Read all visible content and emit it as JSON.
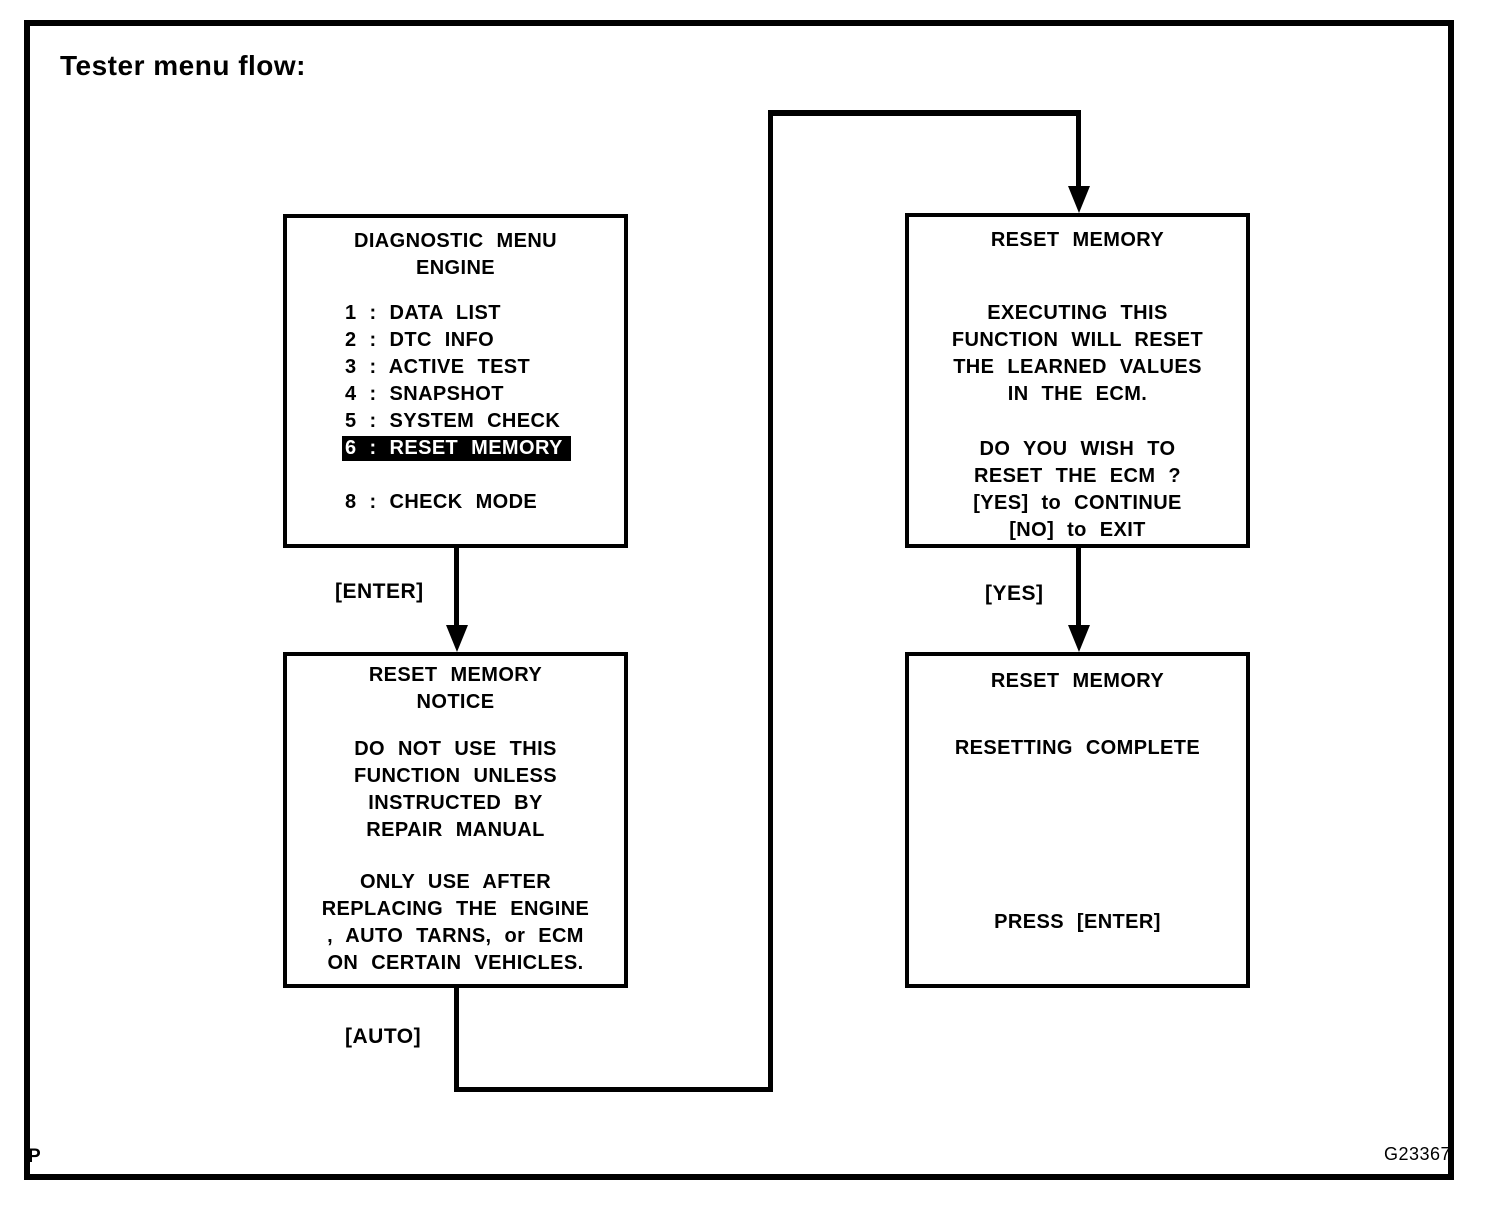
{
  "title": "Tester menu flow:",
  "figure_id": "G23367",
  "page_marker": "P",
  "colors": {
    "ink": "#000000",
    "paper": "#ffffff"
  },
  "flow_labels": {
    "enter": "[ENTER]",
    "yes": "[YES]",
    "auto": "[AUTO]"
  },
  "screens": {
    "diagnostic_menu": {
      "title_line1": "DIAGNOSTIC MENU",
      "title_line2": "ENGINE",
      "items": [
        {
          "text": "1 : DATA LIST",
          "highlighted": false
        },
        {
          "text": "2 : DTC INFO",
          "highlighted": false
        },
        {
          "text": "3 : ACTIVE TEST",
          "highlighted": false
        },
        {
          "text": "4 : SNAPSHOT",
          "highlighted": false
        },
        {
          "text": "5 : SYSTEM CHECK",
          "highlighted": false
        },
        {
          "text": "6 : RESET MEMORY",
          "highlighted": true
        },
        {
          "text": "8 : CHECK MODE",
          "highlighted": false
        }
      ]
    },
    "reset_notice": {
      "title_line1": "RESET MEMORY",
      "title_line2": "NOTICE",
      "para1": {
        "0": "DO NOT USE THIS",
        "1": "FUNCTION UNLESS",
        "2": "INSTRUCTED BY",
        "3": "REPAIR MANUAL"
      },
      "para2": {
        "0": "ONLY USE AFTER",
        "1": "REPLACING THE ENGINE",
        "2": ", AUTO TARNS, or ECM",
        "3": "ON CERTAIN VEHICLES."
      }
    },
    "reset_confirm": {
      "title": "RESET MEMORY",
      "para1": {
        "0": "EXECUTING THIS",
        "1": "FUNCTION WILL RESET",
        "2": "THE LEARNED VALUES",
        "3": "IN THE ECM."
      },
      "para2": {
        "0": "DO YOU WISH TO",
        "1": "RESET THE ECM ?",
        "2": "[YES] to CONTINUE",
        "3": "[NO] to EXIT"
      }
    },
    "reset_complete": {
      "title": "RESET MEMORY",
      "status": "RESETTING COMPLETE",
      "footer": "PRESS [ENTER]"
    }
  }
}
